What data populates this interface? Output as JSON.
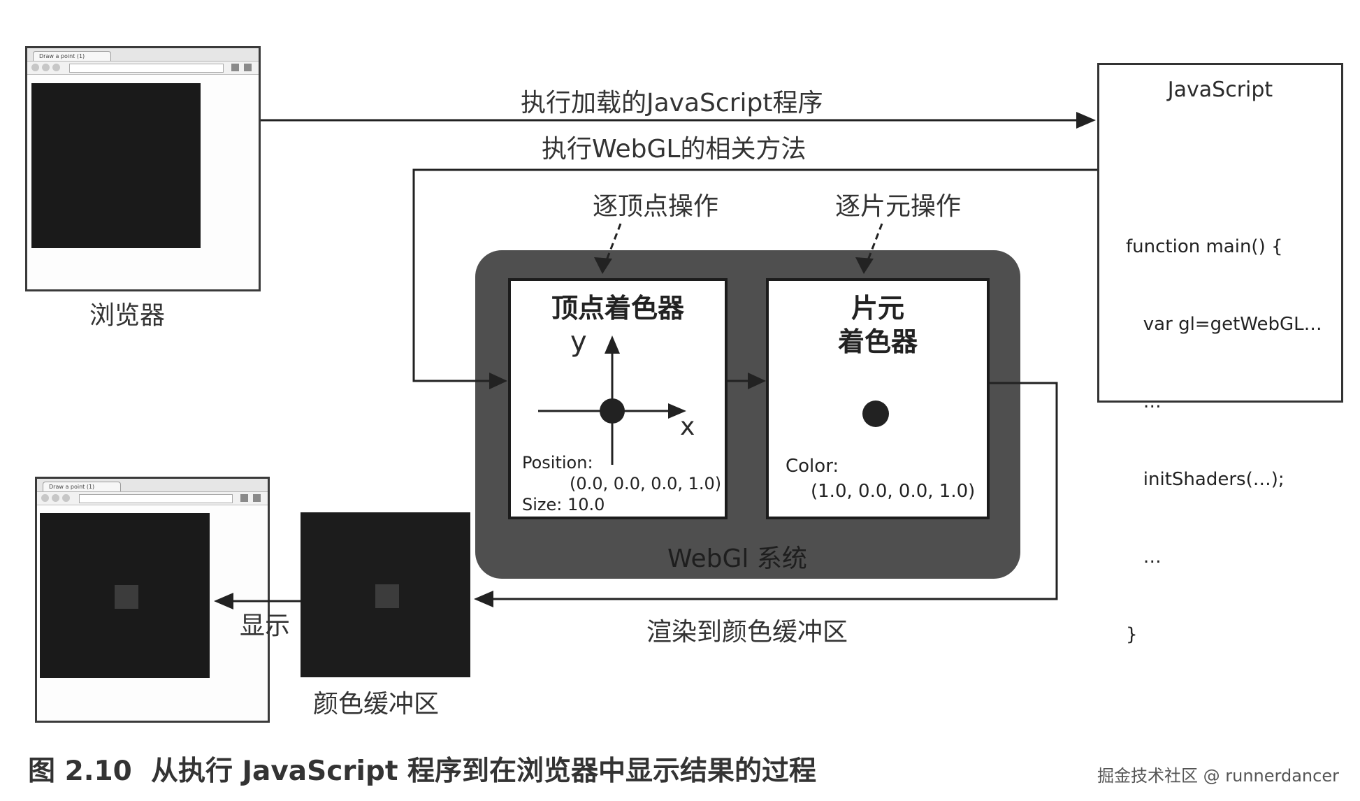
{
  "browser_window": {
    "tab_title": "Draw a point (1)",
    "label": "浏览器"
  },
  "result_window": {
    "tab_title": "Draw a point (1)"
  },
  "arrows": {
    "execute_js": "执行加载的JavaScript程序",
    "call_webgl": "执行WebGL的相关方法",
    "render_to_buffer": "渲染到颜色缓冲区",
    "display": "显示"
  },
  "javascript_panel": {
    "title": "JavaScript",
    "code_lines": [
      "function main() {",
      "   var gl=getWebGL…",
      "   …",
      "   initShaders(…);",
      "   …",
      "}"
    ]
  },
  "webgl_system": {
    "label": "WebGl 系统",
    "per_vertex_label": "逐顶点操作",
    "per_fragment_label": "逐片元操作",
    "vertex_shader": {
      "title": "顶点着色器",
      "axis_x": "x",
      "axis_y": "y",
      "position_label": "Position:",
      "position_value": "(0.0, 0.0, 0.0, 1.0)",
      "size_text": "Size: 10.0"
    },
    "fragment_shader": {
      "title_line1": "片元",
      "title_line2": "着色器",
      "color_label": "Color:",
      "color_value": "(1.0, 0.0, 0.0, 1.0)"
    }
  },
  "color_buffer": {
    "label": "颜色缓冲区"
  },
  "caption": "图 2.10  从执行 JavaScript 程序到在浏览器中显示结果的过程",
  "watermark": "掘金技术社区 @ runnerdancer",
  "colors": {
    "webgl_bg": "#4f4f4f",
    "canvas_bg": "#1a1a1a",
    "point": "#222222"
  }
}
